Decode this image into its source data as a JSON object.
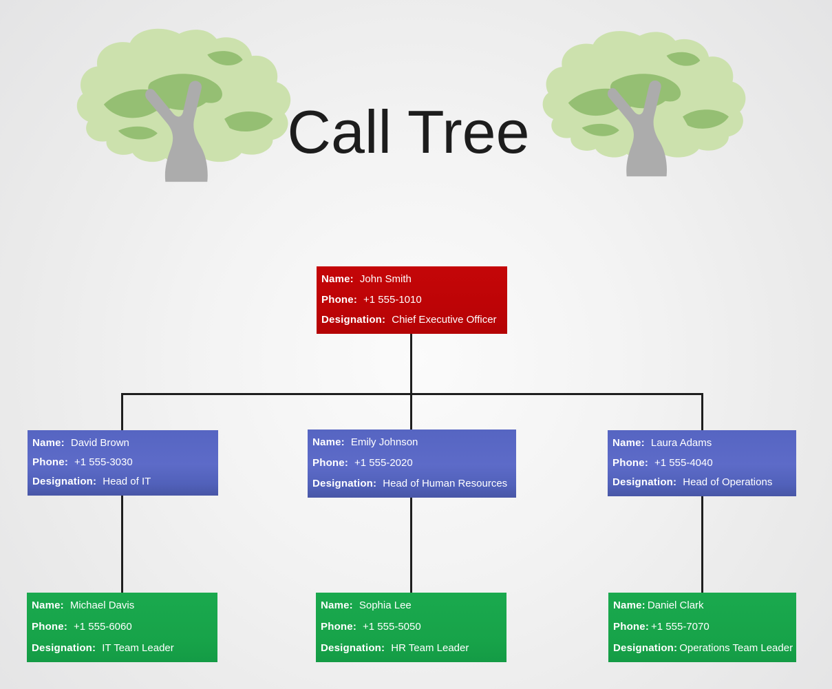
{
  "page": {
    "title": "Call Tree"
  },
  "field_labels": {
    "name": "Name:",
    "phone": "Phone:",
    "designation": "Designation:"
  },
  "colors": {
    "executive_box": "#BD0406",
    "manager_box": "#5665C2",
    "team_leader_box": "#17A349",
    "connector_line": "#1E1E1E",
    "box_text": "#FFFFFF",
    "title_text": "#1D1D1D",
    "background": "#EFEFEF",
    "tree_foliage_light": "#CCE1AD",
    "tree_foliage_dark": "#95BF73",
    "tree_trunk": "#ACACAC"
  },
  "nodes": [
    {
      "name": "John Smith",
      "phone": "+1 555-1010",
      "designation": "Chief Executive Officer"
    },
    {
      "name": "David Brown",
      "phone": "+1 555-3030",
      "designation": "Head of IT"
    },
    {
      "name": "Emily Johnson",
      "phone": "+1 555-2020",
      "designation": "Head of Human Resources"
    },
    {
      "name": "Laura Adams",
      "phone": "+1 555-4040",
      "designation": "Head of Operations"
    },
    {
      "name": "Michael Davis",
      "phone": "+1 555-6060",
      "designation": "IT Team Leader"
    },
    {
      "name": "Sophia Lee",
      "phone": "+1 555-5050",
      "designation": "HR Team Leader"
    },
    {
      "name": "Daniel Clark",
      "phone": "+1 555-7070",
      "designation": "Operations Team Leader"
    }
  ],
  "hierarchy": {
    "root": "John Smith",
    "children_of_root": [
      "David Brown",
      "Emily Johnson",
      "Laura Adams"
    ],
    "reports": {
      "David Brown": [
        "Michael Davis"
      ],
      "Emily Johnson": [
        "Sophia Lee"
      ],
      "Laura Adams": [
        "Daniel Clark"
      ]
    }
  },
  "decorations": {
    "left_tree": "tree-illustration",
    "right_tree": "tree-illustration"
  }
}
